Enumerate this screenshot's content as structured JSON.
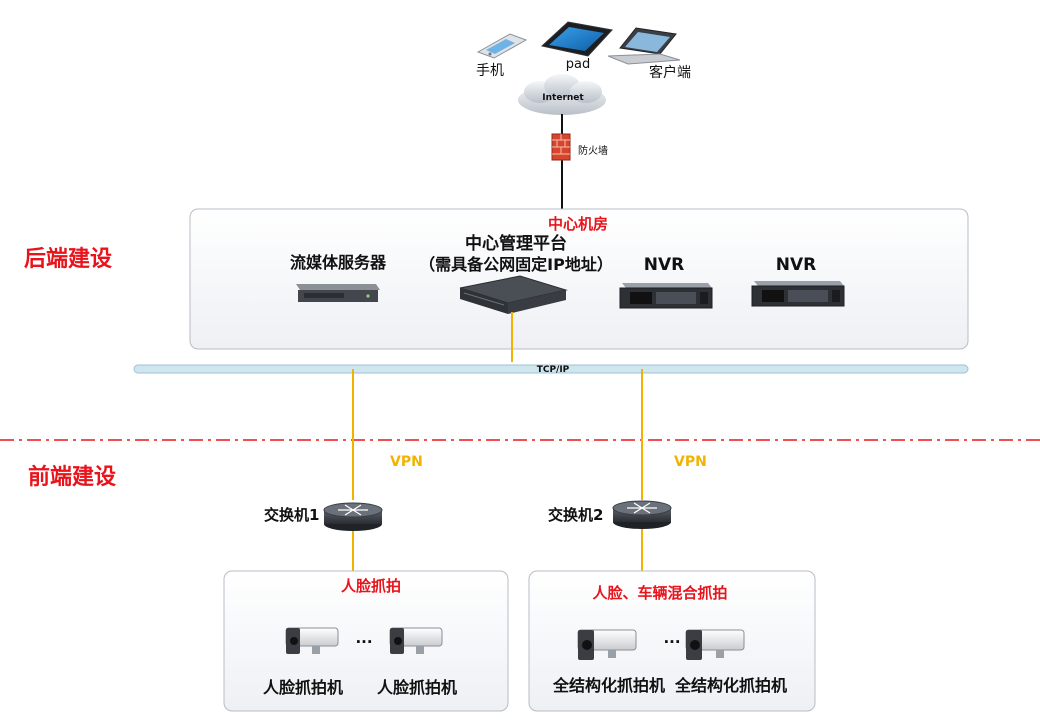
{
  "top_devices": {
    "phone_label": "手机",
    "pad_label": "pad",
    "client_label": "客户端"
  },
  "internet_label": "Internet",
  "firewall_label": "防火墙",
  "section_backend": "后端建设",
  "section_frontend": "前端建设",
  "center": {
    "title": "中心机房",
    "streaming_server": "流媒体服务器",
    "platform_line1": "中心管理平台",
    "platform_line2": "（需具备公网固定IP地址）",
    "nvr1": "NVR",
    "nvr2": "NVR"
  },
  "network_label": "TCP/IP",
  "vpn_left": "VPN",
  "vpn_right": "VPN",
  "switch1_label": "交换机1",
  "switch2_label": "交换机2",
  "left_group": {
    "title": "人脸抓拍",
    "ellipsis": "...",
    "camera1": "人脸抓拍机",
    "camera2": "人脸抓拍机"
  },
  "right_group": {
    "title": "人脸、车辆混合抓拍",
    "ellipsis": "...",
    "camera1": "全结构化抓拍机",
    "camera2": "全结构化抓拍机"
  },
  "colors": {
    "accent_red": "#e8141c",
    "vpn_yellow": "#f2b300",
    "network_bar": "#cfe6ef"
  }
}
